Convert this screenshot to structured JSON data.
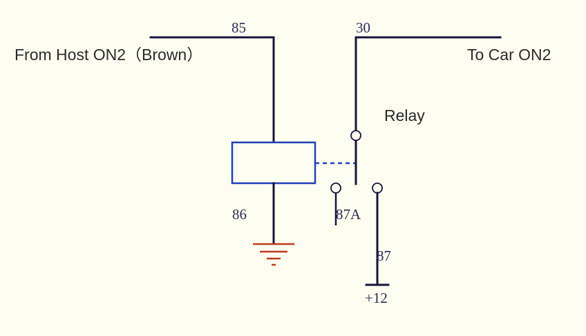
{
  "labels": {
    "pin_85": "85",
    "pin_30": "30",
    "pin_86": "86",
    "pin_87a": "87A",
    "pin_87": "87",
    "plus_12": "+12",
    "from_host": "From Host ON2（Brown）",
    "to_car": "To Car ON2",
    "relay": "Relay"
  },
  "colors": {
    "background": "#fefef0",
    "wire": "#14143c",
    "coil": "#1f3fb8",
    "ground": "#c0391e"
  }
}
